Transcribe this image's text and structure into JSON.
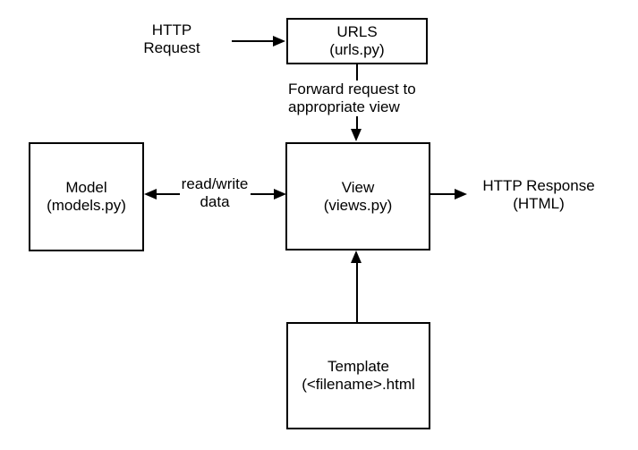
{
  "diagram": {
    "colors": {
      "background": "#ffffff",
      "stroke": "#000000",
      "text": "#000000"
    },
    "nodes": {
      "urls": {
        "title": "URLS",
        "subtitle": "(urls.py)"
      },
      "model": {
        "title": "Model",
        "subtitle": "(models.py)"
      },
      "view": {
        "title": "View",
        "subtitle": "(views.py)"
      },
      "template": {
        "title": "Template",
        "subtitle": "(<filename>.html"
      }
    },
    "labels": {
      "http_request": {
        "line1": "HTTP",
        "line2": "Request"
      },
      "forward": {
        "line1": "Forward request to",
        "line2": "appropriate view"
      },
      "read_write": {
        "line1": "read/write",
        "line2": "data"
      },
      "http_response": {
        "line1": "HTTP Response",
        "line2": "(HTML)"
      }
    }
  }
}
